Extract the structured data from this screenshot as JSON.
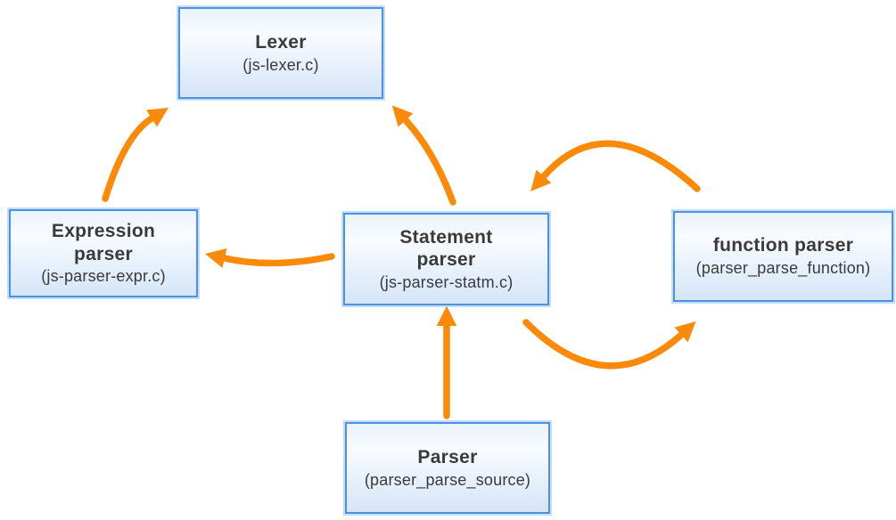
{
  "diagram": {
    "type": "flowchart",
    "nodes": {
      "lexer": {
        "title": "Lexer",
        "subtitle": "(js-lexer.c)"
      },
      "expression_parser": {
        "title": "Expression parser",
        "subtitle": "(js-parser-expr.c)"
      },
      "statement_parser": {
        "title": "Statement parser",
        "subtitle": "(js-parser-statm.c)"
      },
      "function_parser": {
        "title": "function parser",
        "subtitle": "(parser_parse_function)"
      },
      "parser": {
        "title": "Parser",
        "subtitle": "(parser_parse_source)"
      }
    },
    "edges": [
      {
        "from": "expression_parser",
        "to": "lexer"
      },
      {
        "from": "statement_parser",
        "to": "lexer"
      },
      {
        "from": "statement_parser",
        "to": "expression_parser"
      },
      {
        "from": "function_parser",
        "to": "statement_parser"
      },
      {
        "from": "statement_parser",
        "to": "function_parser"
      },
      {
        "from": "parser",
        "to": "statement_parser"
      }
    ],
    "colors": {
      "arrow": "#FB8A09",
      "node_border": "#4B92E4",
      "node_fill_top": "#E9F2FC",
      "node_fill_bottom": "#D5E5F8",
      "text": "#3A3A3A",
      "background": "#FFFFFF"
    }
  }
}
